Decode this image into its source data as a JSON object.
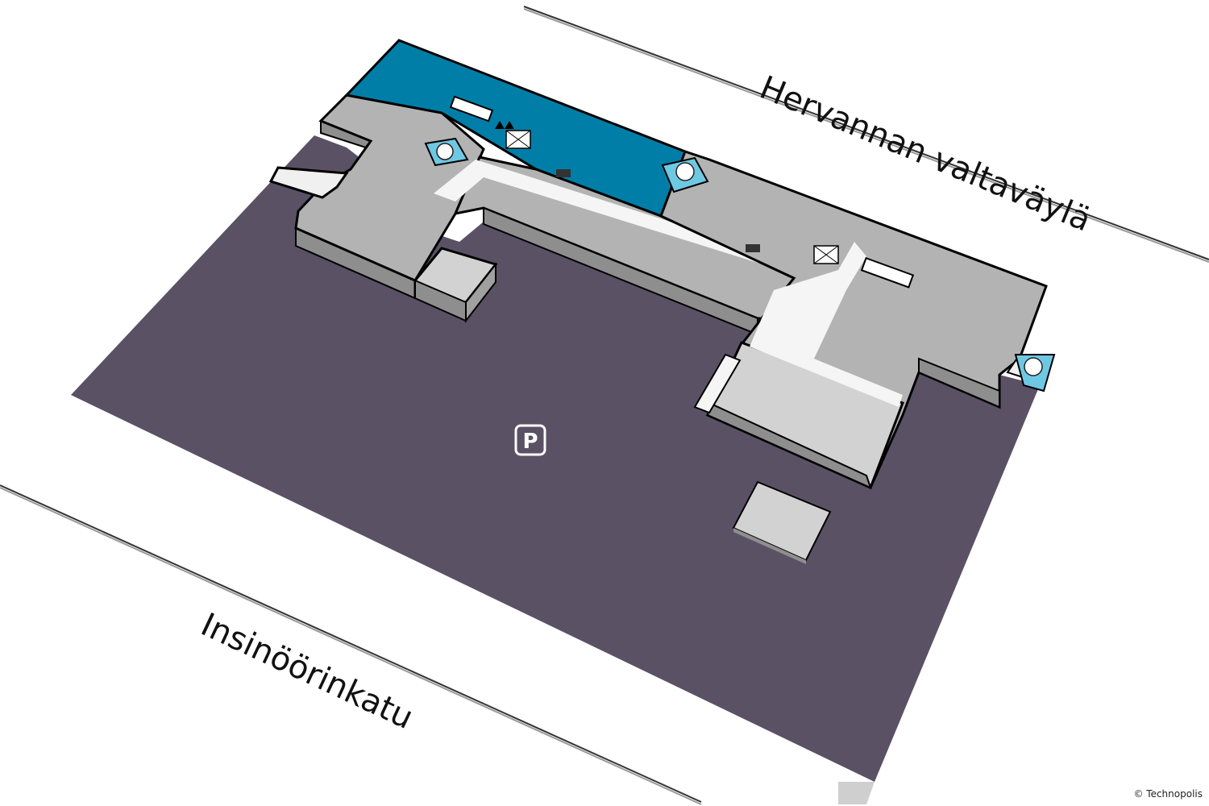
{
  "streets": {
    "north": "Hervannan valtaväylä",
    "south": "Insinöörinkatu"
  },
  "parking": {
    "symbol": "P",
    "icon": "parking-icon"
  },
  "copyright": "© Technopolis",
  "icons": [
    "parking-icon",
    "stairs-icon",
    "elevator-icon",
    "toilet-icon"
  ],
  "colors": {
    "parking_area": "#5a5165",
    "building_roof": "#b3b3b3",
    "building_light": "#d2d2d2",
    "corridor": "#f5f5f5",
    "highlight_area": "#007ea8",
    "stairwell": "#6fc8e3",
    "outline": "#000000",
    "wall_side": "#8e8e8e"
  }
}
